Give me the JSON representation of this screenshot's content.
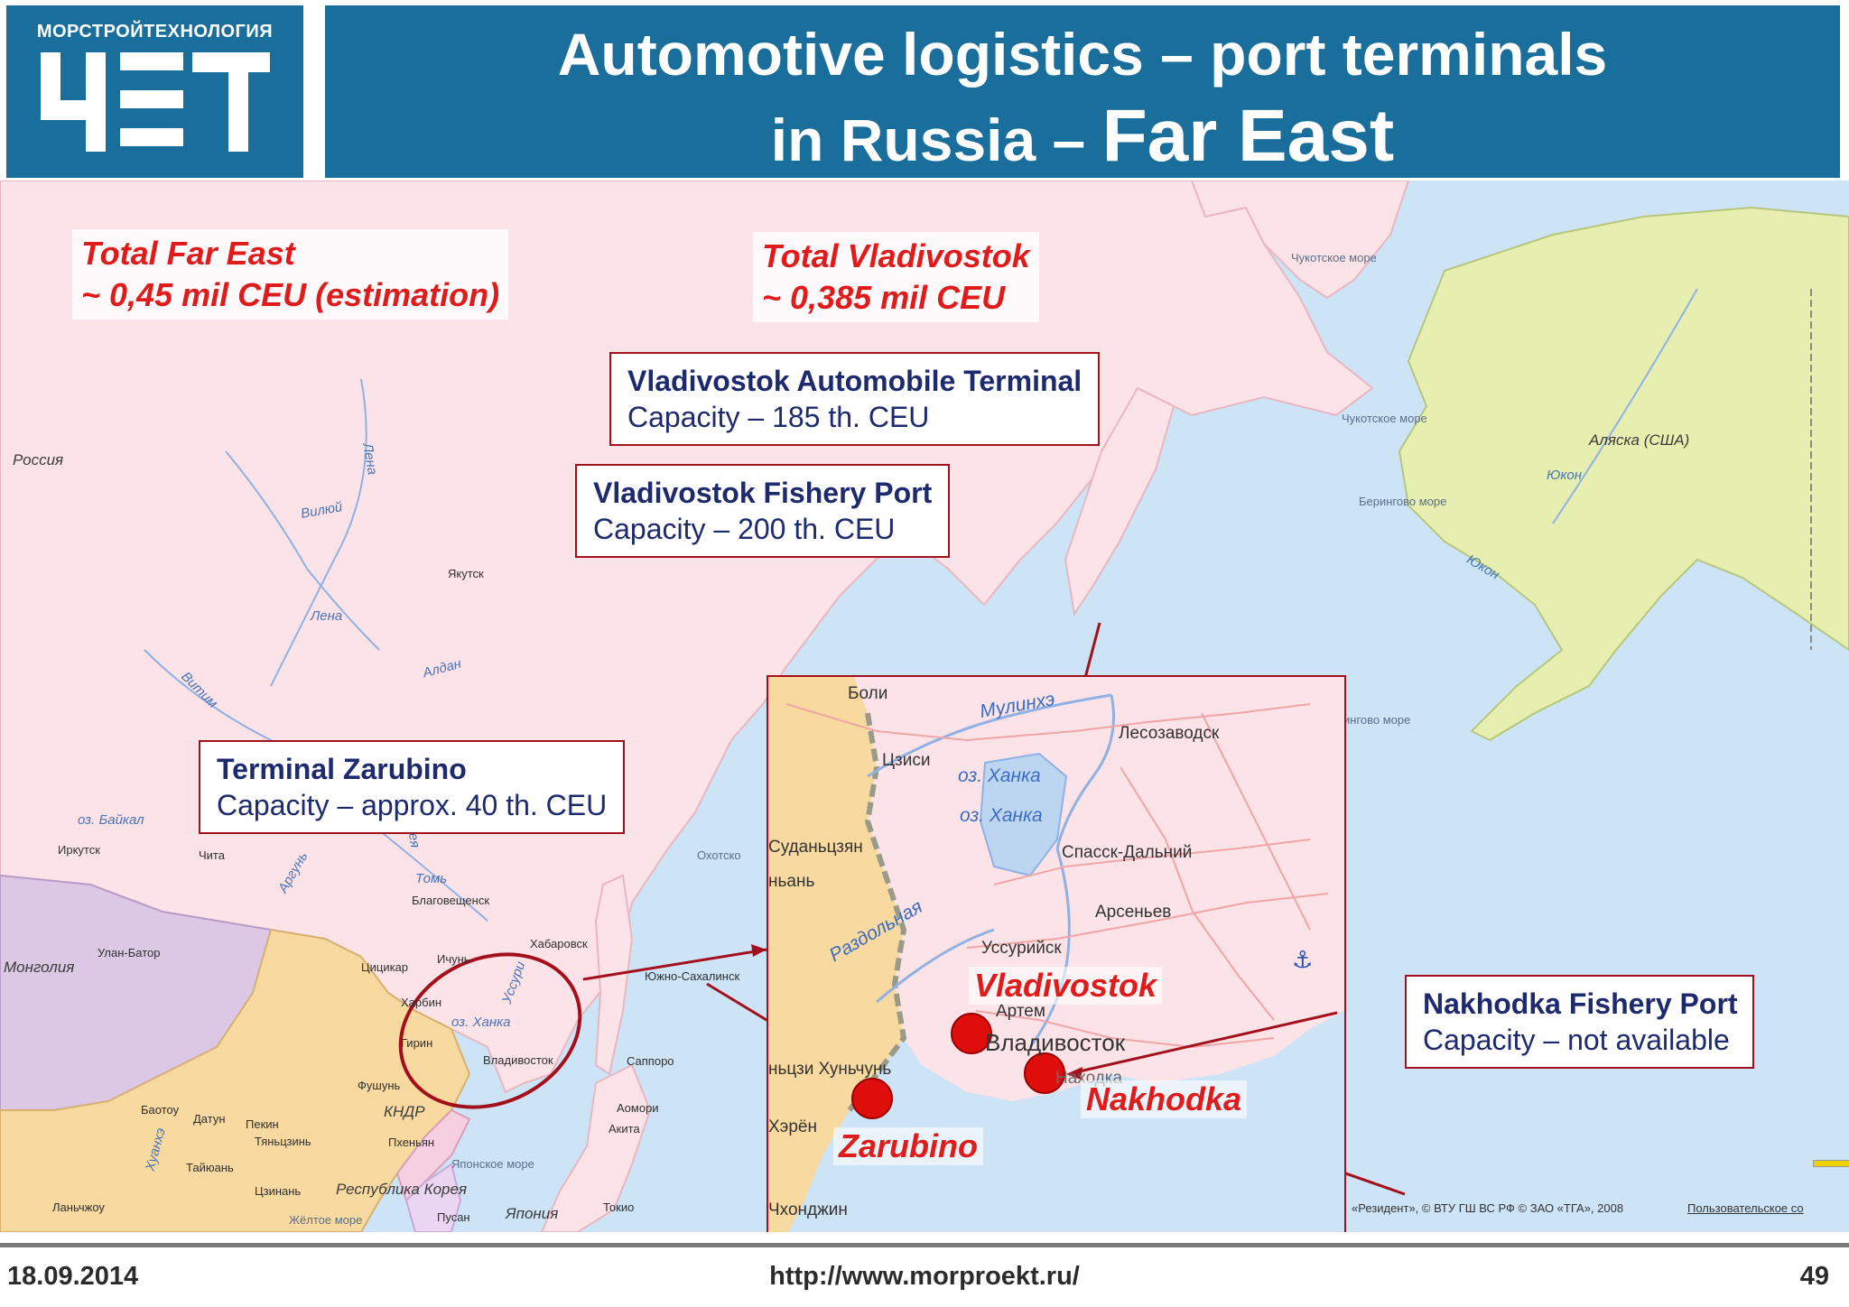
{
  "header": {
    "logo_caption": "МОРСТРОЙТЕХНОЛОГИЯ",
    "title_line_1": "Automotive logistics – port terminals",
    "title_line_2a": "in Russia – ",
    "title_line_2b": "Far East",
    "colors": {
      "header_bg": "#1a6e9c",
      "title_text": "#ffffff"
    }
  },
  "totals": {
    "far_east": {
      "line1": "Total Far East",
      "line2": "~ 0,45 mil CEU (estimation)"
    },
    "vladivostok": {
      "line1": "Total Vladivostok",
      "line2": "~ 0,385 mil CEU"
    }
  },
  "callouts": {
    "vat": {
      "title": "Vladivostok Automobile Terminal",
      "capacity": "Capacity – 185 th. CEU"
    },
    "vfp": {
      "title": "Vladivostok Fishery Port",
      "capacity": "Capacity – 200 th. CEU"
    },
    "zarubino": {
      "title": "Terminal Zarubino",
      "capacity": "Capacity – approx. 40 th. CEU"
    },
    "nakhodka": {
      "title": "Nakhodka Fishery Port",
      "capacity": "Capacity – not available"
    }
  },
  "ports": {
    "vladivostok": "Vladivostok",
    "nakhodka": "Nakhodka",
    "zarubino": "Zarubino"
  },
  "map_labels": {
    "russia": "Россия",
    "mongolia": "Монголия",
    "dprk": "КНДР",
    "korea": "Республика Корея",
    "japan": "Япония",
    "alaska": "Аляска (США)",
    "chukchi_sea_1": "Чукотское море",
    "chukchi_sea_2": "Чукотское море",
    "bering_sea_1": "Берингово море",
    "bering_sea_2": "ингово море",
    "okhotsk_sea": "Охотско",
    "japan_sea": "Японское море",
    "yellow_sea": "Жёлтое море",
    "yukon_1": "Юкон",
    "yukon_2": "Юкон",
    "lena_1": "Лена",
    "lena_2": "Лена",
    "vilyuy": "Вилюй",
    "vitim": "Витим",
    "aldan": "Алдан",
    "zeya": "Зея",
    "tom": "Томь",
    "argun": "Аргунь",
    "khuanhe": "Хуанхэ",
    "ussuri": "Уссури",
    "baikal": "оз. Байкал",
    "khanka_main": "оз. Ханка",
    "yakutsk": "Якутск",
    "irkutsk": "Иркутск",
    "chita": "Чита",
    "ulaanbaatar": "Улан-Батор",
    "blagoveshchensk": "Благовещенск",
    "khabarovsk": "Хабаровск",
    "yuzhno": "Южно-Сахалинск",
    "tsitsikar": "Цицикар",
    "ichun": "Ичунь",
    "harbin": "Харбин",
    "girin": "Гирин",
    "vladivostok_main": "Владивосток",
    "sapporo": "Саппоро",
    "aomori": "Аомори",
    "akita": "Акита",
    "fushun": "Фушунь",
    "baotou": "Баотоу",
    "datun": "Датун",
    "beijing": "Пекин",
    "tianjin": "Тяньцзинь",
    "pyongyang": "Пхеньян",
    "taiyuan": "Тайюань",
    "jinan": "Цзинань",
    "lanzhou": "Ланьчжоу",
    "busan": "Пусан",
    "tokyo": "Токио",
    "copyright": "«Резидент», © ВТУ ГШ ВС РФ © ЗАО «ТГА», 2008",
    "user_agreement": "Пользовательское со"
  },
  "inset_labels": {
    "boli": "Боли",
    "tsisi": "Цзиси",
    "mulinghe": "Мулинхэ",
    "khanka_1": "оз. Ханка",
    "khanka_2": "оз. Ханка",
    "lesozavodsk": "Лесозаводск",
    "spassk": "Спасск-Дальний",
    "arsenyev": "Арсеньев",
    "ussuriysk": "Уссурийск",
    "artem": "Артем",
    "vladivostok_ru": "Владивосток",
    "nakhodka_ru": "Находка",
    "razdolnaya": "Раздольная",
    "sudantszyan": "Суданьцзян",
    "nyan": "ньань",
    "khunchun": "ньцзи Хуньчунь",
    "kheren": "Хэрён",
    "chkhondzhin": "Чхонджин"
  },
  "footer": {
    "date": "18.09.2014",
    "url": "http://www.morproekt.ru/",
    "page": "49"
  },
  "colors": {
    "callout_border": "#a3101b",
    "callout_text": "#1e2a6e",
    "accent_red": "#e01b1b",
    "port_marker": "#e00d0d",
    "sea": "#cde3f6",
    "russia_land": "#fbe3e8",
    "china_land": "#f8d9a0",
    "alaska_land": "#e6efb0",
    "mongolia_land": "#dcc8e4"
  }
}
